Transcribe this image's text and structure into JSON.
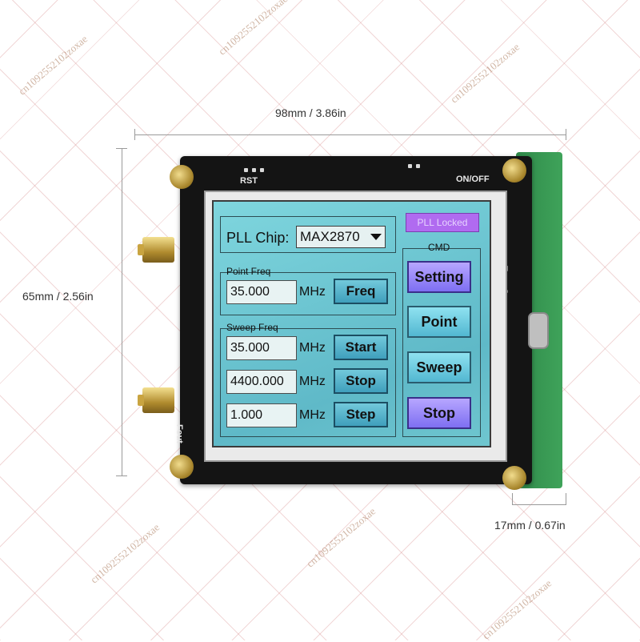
{
  "dimensions": {
    "width": "98mm / 3.86in",
    "height": "65mm / 2.56in",
    "depth": "17mm / 0.67in"
  },
  "board": {
    "silk_rst": "RST",
    "silk_onoff": "ON/OFF",
    "silk_typec": "Type C",
    "silk_fout": "Fout"
  },
  "screen": {
    "pll_label": "PLL Chip:",
    "pll_chip": "MAX2870",
    "status_text": "PLL Locked",
    "cmd_title": "CMD",
    "point_group_title": "Point Freq",
    "sweep_group_title": "Sweep Freq",
    "point": {
      "value": "35.000",
      "unit": "MHz",
      "button": "Freq"
    },
    "sweep": [
      {
        "value": "35.000",
        "unit": "MHz",
        "button": "Start"
      },
      {
        "value": "4400.000",
        "unit": "MHz",
        "button": "Stop"
      },
      {
        "value": "1.000",
        "unit": "MHz",
        "button": "Step"
      }
    ],
    "cmd_buttons": [
      {
        "label": "Setting",
        "active": true
      },
      {
        "label": "Point",
        "active": false
      },
      {
        "label": "Sweep",
        "active": false
      },
      {
        "label": "Stop",
        "active": true
      }
    ]
  },
  "watermark_text": "cn1092552102zoxae",
  "colors": {
    "lcd_background": "#6fc6cf",
    "active_button": "#7e6ff2",
    "status_bar": "#b06bf0"
  }
}
